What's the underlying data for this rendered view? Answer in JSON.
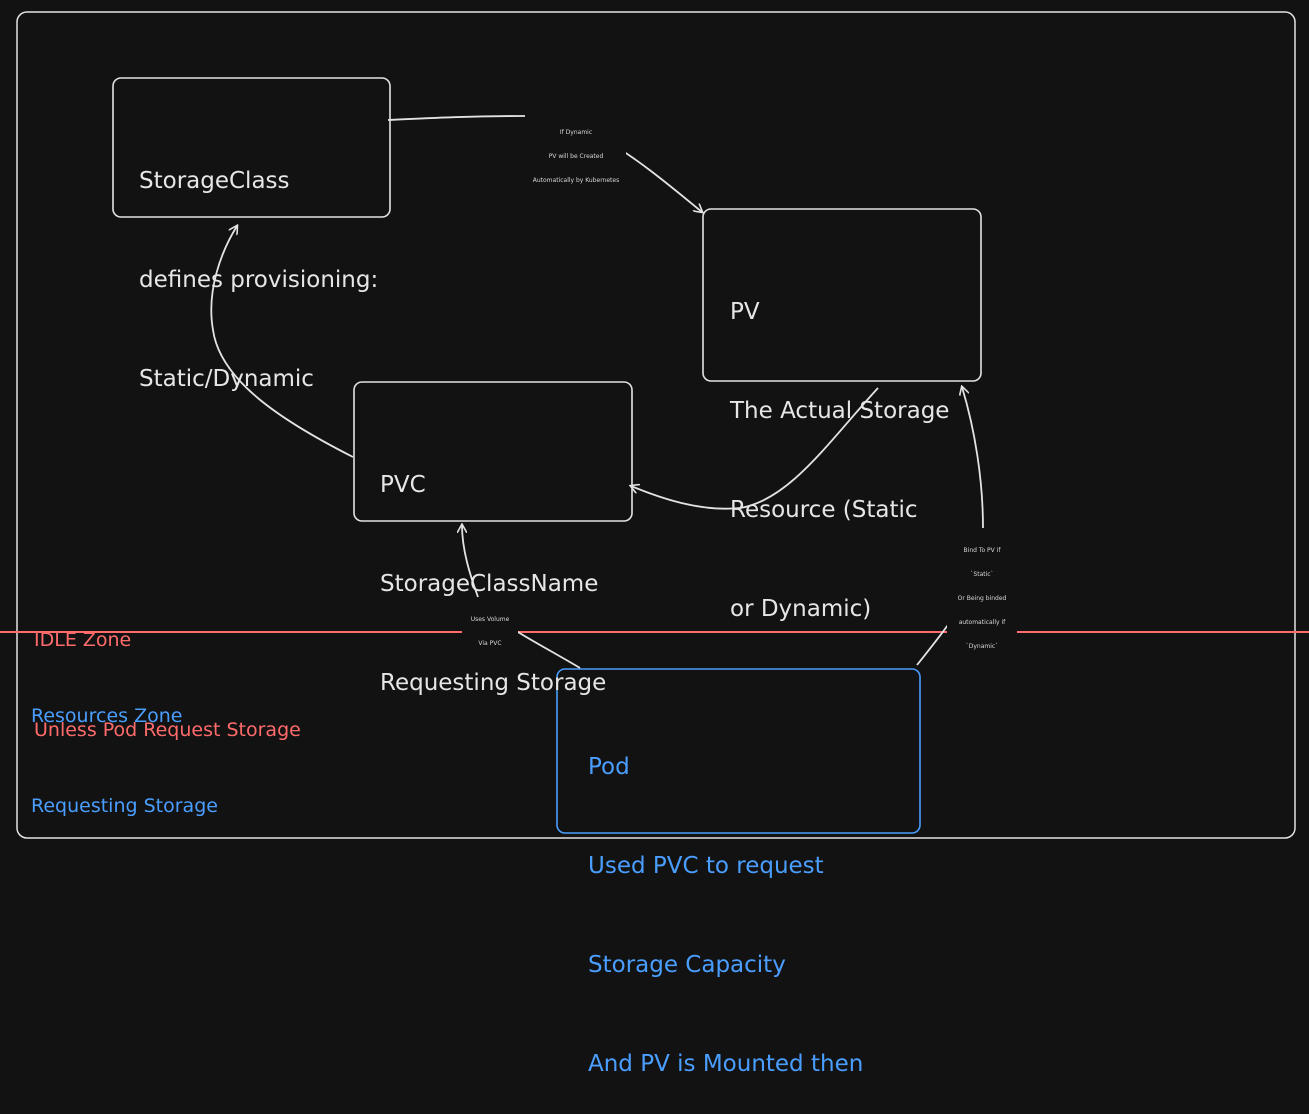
{
  "colors": {
    "background": "#121212",
    "stroke": "#e3e3e3",
    "idle_zone": "#ff6b6b",
    "resources_zone": "#4a9eff"
  },
  "nodes": {
    "storageclass": {
      "lines": [
        "StorageClass",
        "defines provisioning:",
        "Static/Dynamic"
      ]
    },
    "pv": {
      "lines": [
        "PV",
        "The Actual Storage",
        "Resource (Static",
        "or Dynamic)"
      ]
    },
    "pvc": {
      "lines": [
        "PVC",
        "StorageClassName",
        "Requesting Storage"
      ]
    },
    "pod": {
      "lines": [
        "Pod",
        "Used PVC to request",
        "Storage Capacity",
        "And PV is Mounted then"
      ]
    }
  },
  "zones": {
    "idle": {
      "lines": [
        "IDLE Zone",
        "Unless Pod Request Storage"
      ]
    },
    "resources": {
      "lines": [
        "Resources Zone",
        "Requesting Storage"
      ]
    }
  },
  "edge_labels": {
    "storageclass_to_pv": [
      "If Dynamic",
      "PV will be Created",
      "Automatically by Kubernetes"
    ],
    "pod_to_pv": [
      "Bind To PV if",
      "`Static`",
      "Or Being binded",
      "automatically if",
      "`Dynamic`"
    ],
    "pod_to_pvc": [
      "Uses Volume",
      "Via PVC"
    ]
  }
}
